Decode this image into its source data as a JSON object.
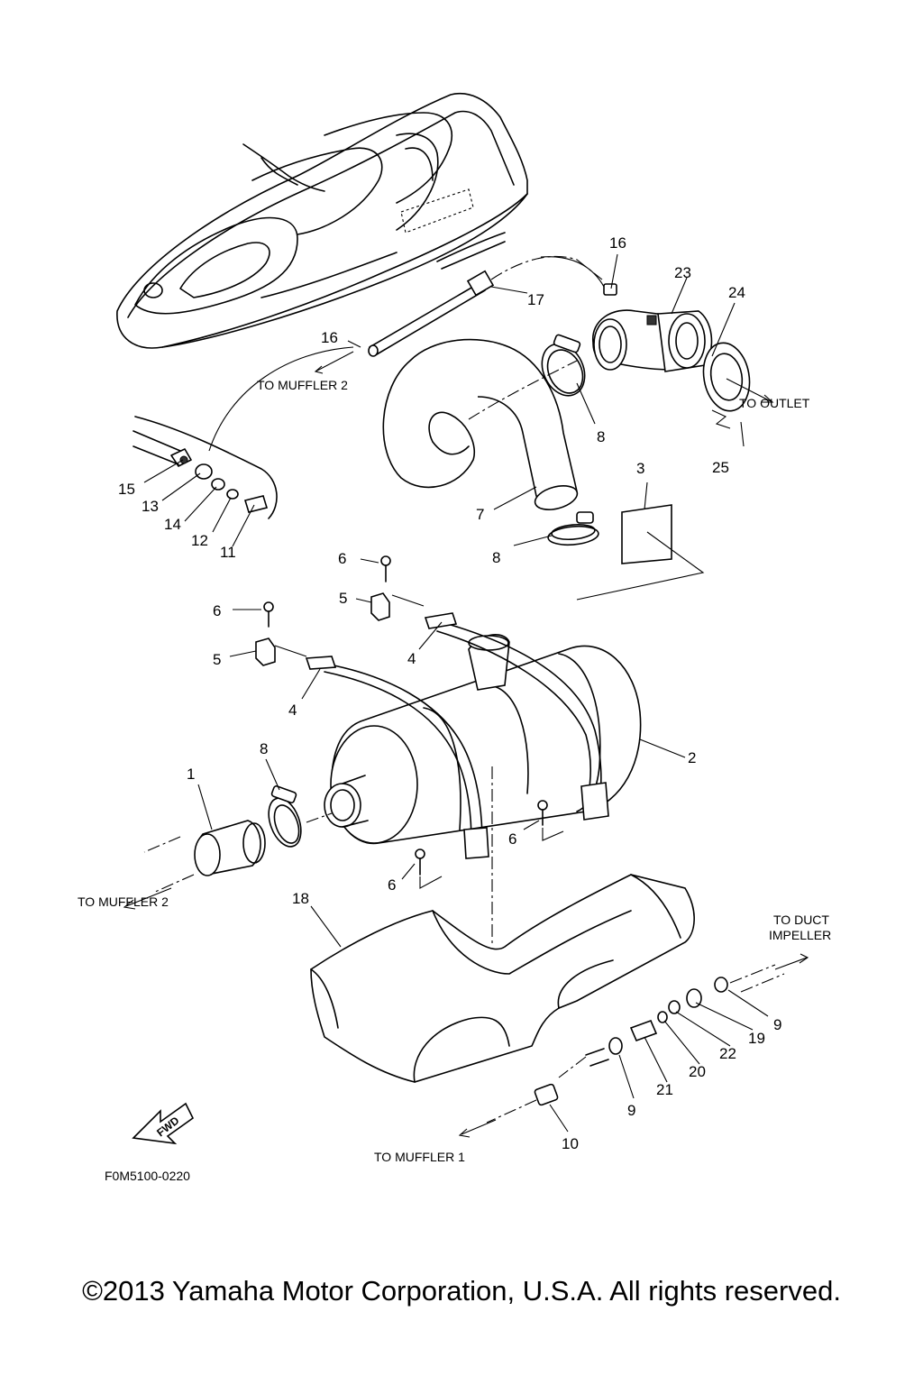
{
  "callouts": [
    "1",
    "2",
    "3",
    "4",
    "4",
    "5",
    "5",
    "6",
    "6",
    "6",
    "6",
    "7",
    "8",
    "8",
    "8",
    "9",
    "9",
    "10",
    "11",
    "12",
    "13",
    "14",
    "15",
    "16",
    "16",
    "17",
    "18",
    "19",
    "20",
    "21",
    "22",
    "23",
    "24",
    "25"
  ],
  "annotations": {
    "to_muffler_2_top": "TO MUFFLER 2",
    "to_outlet": "TO OUTLET",
    "to_muffler_2_left": "TO MUFFLER 2",
    "to_duct_line1": "TO DUCT",
    "to_duct_line2": "IMPELLER",
    "to_muffler_1": "TO MUFFLER 1",
    "fwd": "FWD"
  },
  "figure_code": "F0M5100-0220",
  "copyright": "©2013 Yamaha Motor Corporation, U.S.A. All rights reserved."
}
